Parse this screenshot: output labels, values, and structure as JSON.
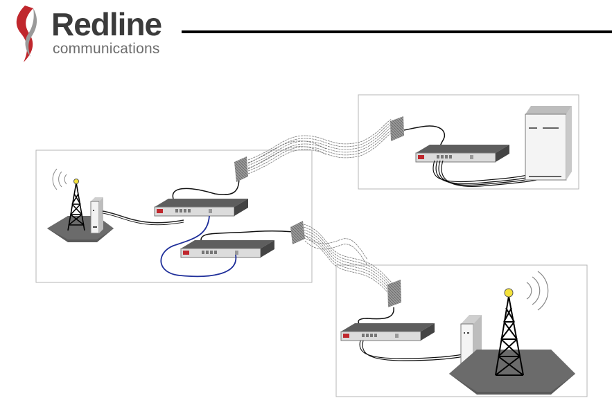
{
  "logo": {
    "brand": "Redline",
    "sub": "communications"
  },
  "colors": {
    "accent_red": "#c0272d",
    "header_rule": "#000000",
    "panel_border": "#b5b5b5",
    "device_body": "#6e6e6e",
    "device_front": "#d8d8d8",
    "ground": "#5a5a5a",
    "blue_cable": "#1f2f9a",
    "antenna_light": "#f4e23a"
  },
  "diagram": {
    "sites": [
      {
        "name": "left-site",
        "devices": [
          "tower",
          "server",
          "modem",
          "modem"
        ]
      },
      {
        "name": "top-right-site",
        "devices": [
          "modem",
          "server-cabinet"
        ]
      },
      {
        "name": "bottom-right-site",
        "devices": [
          "modem",
          "server",
          "tower"
        ]
      }
    ],
    "links": [
      {
        "from": "left-site",
        "to": "top-right-site",
        "type": "wireless-beam"
      },
      {
        "from": "left-site",
        "to": "bottom-right-site",
        "type": "wireless-beam"
      }
    ]
  }
}
